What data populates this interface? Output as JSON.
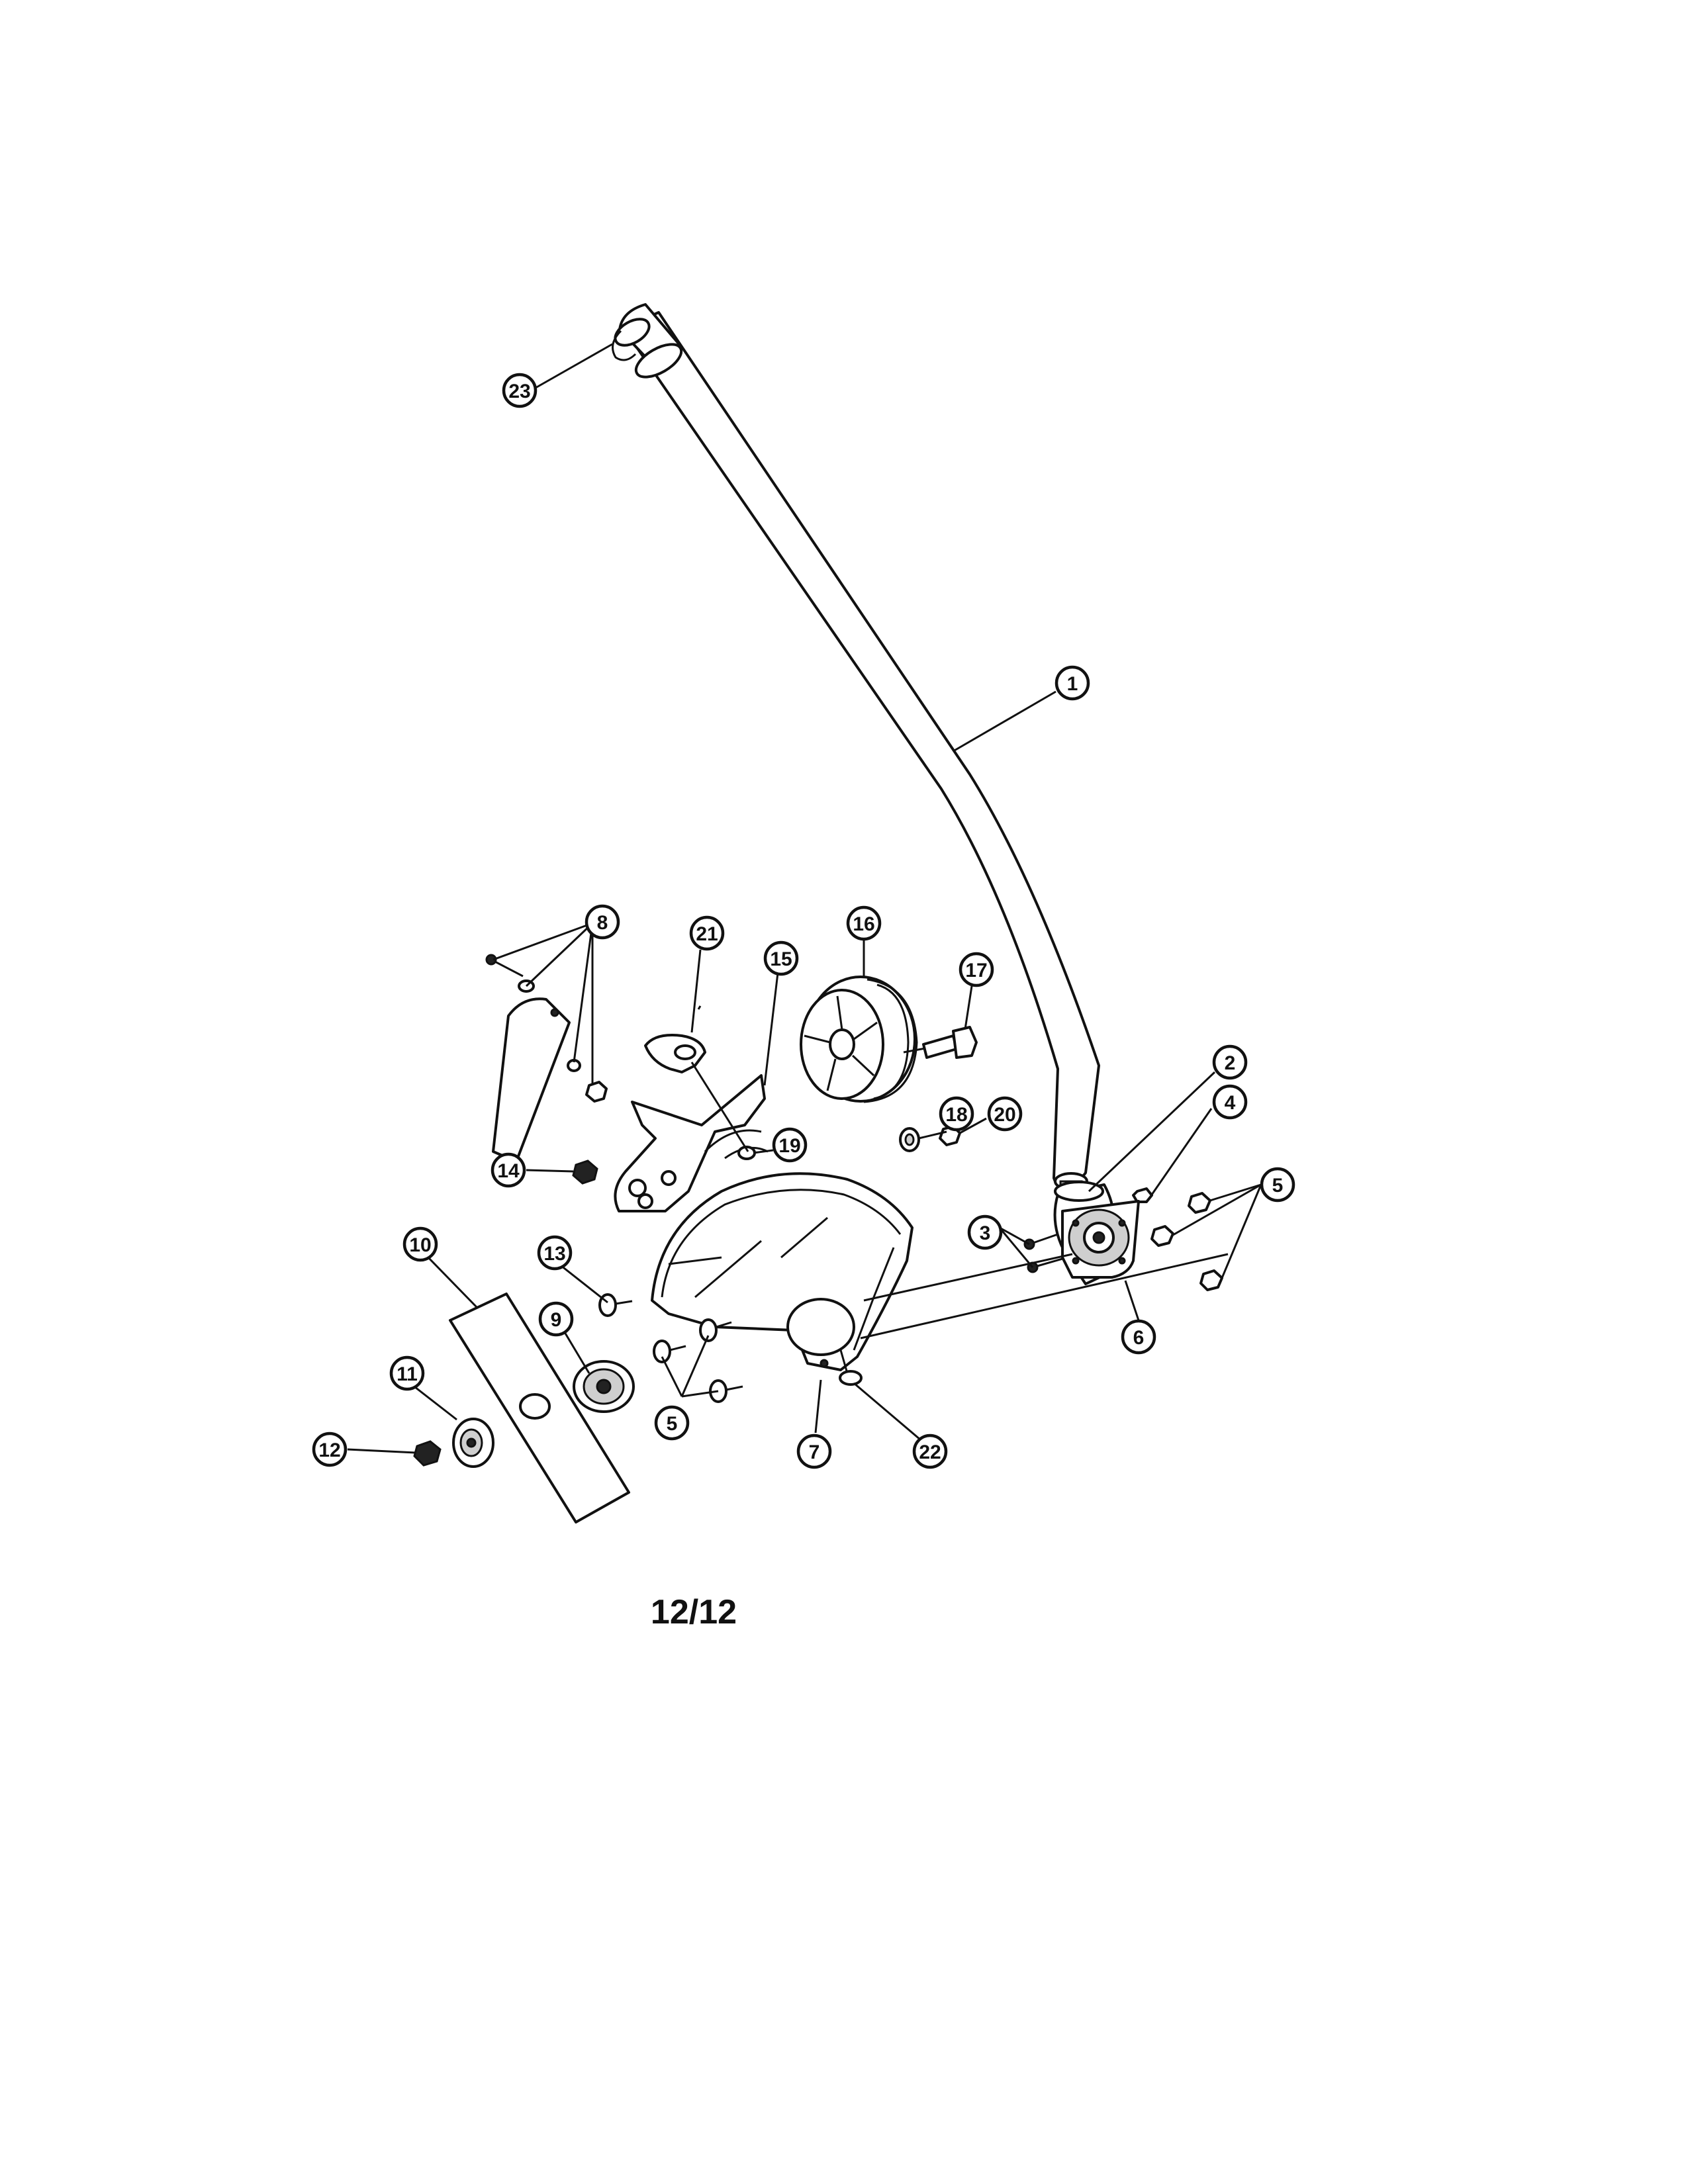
{
  "page_number": "12/12",
  "callouts": [
    {
      "label": "1"
    },
    {
      "label": "2"
    },
    {
      "label": "3"
    },
    {
      "label": "4"
    },
    {
      "label": "5"
    },
    {
      "label": "5"
    },
    {
      "label": "6"
    },
    {
      "label": "7"
    },
    {
      "label": "8"
    },
    {
      "label": "9"
    },
    {
      "label": "10"
    },
    {
      "label": "11"
    },
    {
      "label": "12"
    },
    {
      "label": "13"
    },
    {
      "label": "14"
    },
    {
      "label": "15"
    },
    {
      "label": "16"
    },
    {
      "label": "17"
    },
    {
      "label": "18"
    },
    {
      "label": "19"
    },
    {
      "label": "20"
    },
    {
      "label": "21"
    },
    {
      "label": "22"
    },
    {
      "label": "23"
    }
  ]
}
